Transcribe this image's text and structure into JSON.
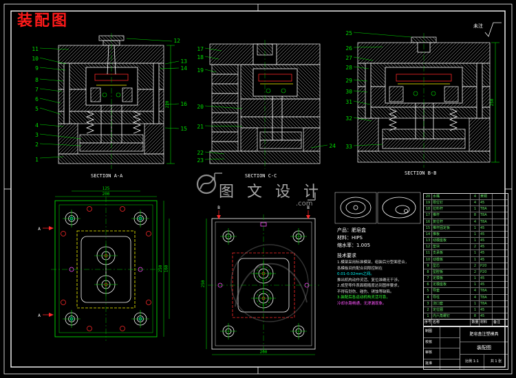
{
  "page": {
    "title": "装配图",
    "top_right_label": "未注"
  },
  "watermark": {
    "brand": "图 文 设 计",
    "suffix": ".com"
  },
  "views": {
    "aa_label": "SECTION A-A",
    "cc_label": "SECTION C-C",
    "bb_label": "SECTION B-B",
    "arrow_a": "A",
    "arrow_b": "B"
  },
  "callouts": [
    "1",
    "2",
    "3",
    "4",
    "5",
    "6",
    "7",
    "8",
    "9",
    "10",
    "11",
    "12",
    "13",
    "14",
    "15",
    "16",
    "17",
    "18",
    "19",
    "20",
    "21",
    "22",
    "23",
    "24",
    "25",
    "26",
    "27",
    "28",
    "29",
    "30",
    "31",
    "32",
    "33"
  ],
  "dims": {
    "aa_height": "220",
    "bb_height": "250",
    "plan_left_width": "200",
    "plan_left_width2": "125",
    "plan_left_height": "250",
    "plan_left_height2": "160",
    "plan_mid_width": "200",
    "plan_mid_height": "250"
  },
  "product": {
    "line1": "产品：肥皂盒",
    "line2": "材料：HIPS",
    "line3": "缩水率：1.005",
    "tech_title": "技术要求",
    "notes": [
      "1.模架采用标准模架，组装后分型面密合，",
      "各模板间的配合间隙控制在",
      "0.01-0.02mm之间。",
      "推出机构动作灵活、复位准确无干涉。",
      "2.成型零件表面粗糙度达到图样要求，",
      "不得有划伤、碰伤、锈蚀等缺陷。",
      "3.装配后各运动机构灵活可靠，",
      "冷却水路畅通，无渗漏现象。"
    ]
  },
  "bom": {
    "header": {
      "no": "序号",
      "name": "名称",
      "qty": "数量",
      "mat": "材料",
      "note": "备注"
    },
    "rows": [
      {
        "no": "20",
        "name": "水嘴",
        "qty": "4",
        "mat": "黄铜",
        "note": ""
      },
      {
        "no": "19",
        "name": "限位钉",
        "qty": "4",
        "mat": "45",
        "note": ""
      },
      {
        "no": "18",
        "name": "拉料杆",
        "qty": "1",
        "mat": "T8A",
        "note": ""
      },
      {
        "no": "17",
        "name": "推杆",
        "qty": "8",
        "mat": "T8A",
        "note": ""
      },
      {
        "no": "16",
        "name": "复位杆",
        "qty": "4",
        "mat": "T8A",
        "note": ""
      },
      {
        "no": "15",
        "name": "推杆固定板",
        "qty": "1",
        "mat": "45",
        "note": ""
      },
      {
        "no": "14",
        "name": "推板",
        "qty": "1",
        "mat": "45",
        "note": ""
      },
      {
        "no": "13",
        "name": "动模座板",
        "qty": "1",
        "mat": "45",
        "note": ""
      },
      {
        "no": "12",
        "name": "垫块",
        "qty": "2",
        "mat": "45",
        "note": ""
      },
      {
        "no": "11",
        "name": "支承板",
        "qty": "1",
        "mat": "45",
        "note": ""
      },
      {
        "no": "10",
        "name": "动模板",
        "qty": "1",
        "mat": "45",
        "note": ""
      },
      {
        "no": "9",
        "name": "型芯",
        "qty": "2",
        "mat": "P20",
        "note": ""
      },
      {
        "no": "8",
        "name": "型腔板",
        "qty": "2",
        "mat": "P20",
        "note": ""
      },
      {
        "no": "7",
        "name": "定模板",
        "qty": "1",
        "mat": "45",
        "note": ""
      },
      {
        "no": "6",
        "name": "定模座板",
        "qty": "1",
        "mat": "45",
        "note": ""
      },
      {
        "no": "5",
        "name": "导套",
        "qty": "4",
        "mat": "T8A",
        "note": ""
      },
      {
        "no": "4",
        "name": "导柱",
        "qty": "4",
        "mat": "T8A",
        "note": ""
      },
      {
        "no": "3",
        "name": "浇口套",
        "qty": "1",
        "mat": "T8A",
        "note": ""
      },
      {
        "no": "2",
        "name": "定位圈",
        "qty": "1",
        "mat": "45",
        "note": ""
      },
      {
        "no": "1",
        "name": "内六角螺钉",
        "qty": "8",
        "mat": "45",
        "note": ""
      }
    ]
  },
  "titleblock": {
    "name": "肥皂盒注塑模具",
    "drawing": "装配图",
    "scale": "比例 1:1",
    "sheet": "共 1 张",
    "roles": [
      {
        "label": "制图"
      },
      {
        "label": "校核"
      },
      {
        "label": "审核"
      },
      {
        "label": "批准"
      }
    ]
  }
}
